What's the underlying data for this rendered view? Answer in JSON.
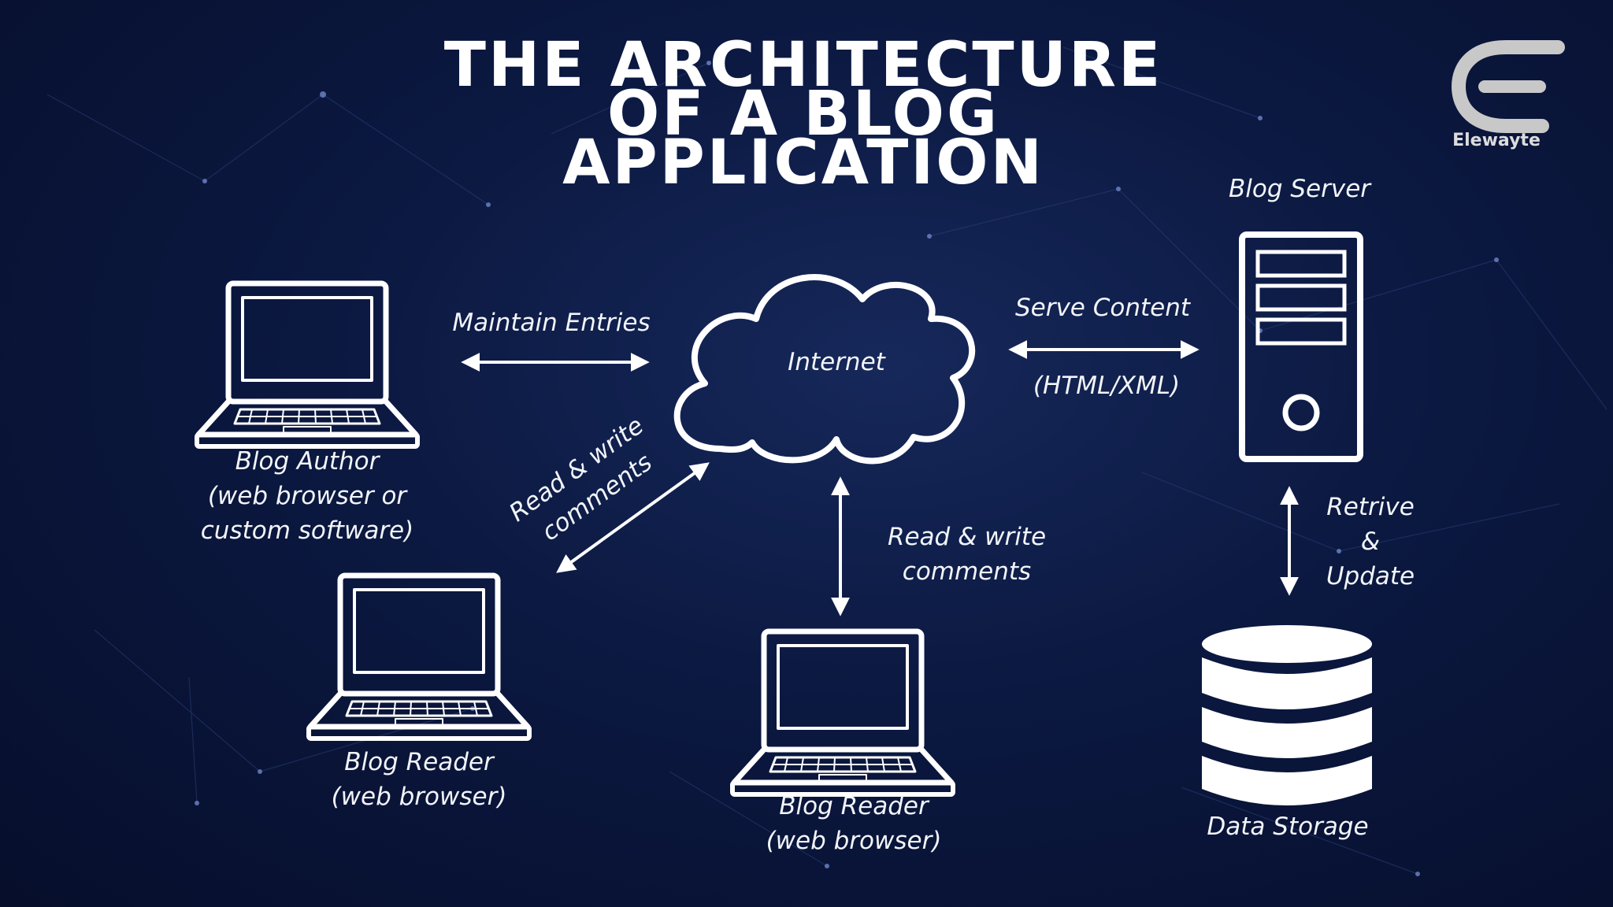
{
  "title": {
    "line1": "THE ARCHITECTURE",
    "line2": "OF A BLOG",
    "line3": "APPLICATION"
  },
  "brand": {
    "name": "Elewayte",
    "logo_icon": "e-logo-icon"
  },
  "nodes": {
    "internet": "Internet",
    "blog_server": "Blog Server",
    "data_storage": "Data Storage",
    "blog_author": [
      "Blog Author",
      "(web browser or",
      "custom software)"
    ],
    "blog_reader_left": [
      "Blog Reader",
      "(web browser)"
    ],
    "blog_reader_center": [
      "Blog Reader",
      "(web browser)"
    ]
  },
  "edges": {
    "maintain_entries": "Maintain Entries",
    "serve_content": "Serve Content",
    "serve_format": "(HTML/XML)",
    "read_write_diag": [
      "Read & write",
      "comments"
    ],
    "read_write_vertical": [
      "Read & write",
      "comments"
    ],
    "retrieve_update": [
      "Retrive",
      "&",
      "Update"
    ]
  },
  "colors": {
    "background": "#0b1840",
    "foreground": "#ffffff",
    "logo": "#c8c8c8"
  }
}
